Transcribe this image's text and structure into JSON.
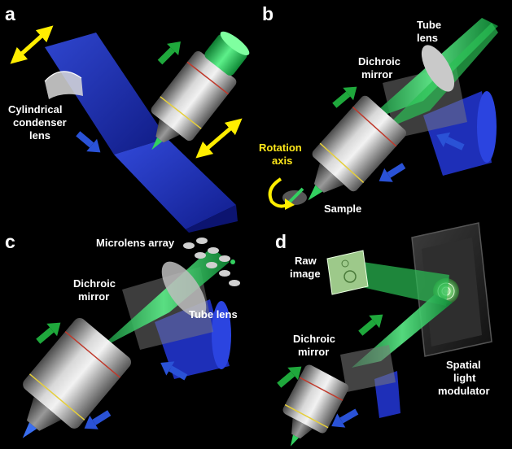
{
  "colors": {
    "background": "#000000",
    "excitation_blue": "#2a3fd6",
    "emission_green": "#33d060",
    "motion_arrow_yellow": "#ffee00",
    "label_white": "#ffffff",
    "label_yellow": "#ffe81a"
  },
  "panels": {
    "a": {
      "letter": "a",
      "labels": {
        "condenser_line1": "Cylindrical",
        "condenser_line2": "condenser",
        "condenser_line3": "lens"
      }
    },
    "b": {
      "letter": "b",
      "labels": {
        "tube_line1": "Tube",
        "tube_line2": "lens",
        "dichroic_line1": "Dichroic",
        "dichroic_line2": "mirror",
        "rotation_line1": "Rotation",
        "rotation_line2": "axis",
        "sample": "Sample"
      }
    },
    "c": {
      "letter": "c",
      "labels": {
        "microlens": "Microlens array",
        "dichroic_line1": "Dichroic",
        "dichroic_line2": "mirror",
        "tube": "Tube lens"
      }
    },
    "d": {
      "letter": "d",
      "labels": {
        "raw_line1": "Raw",
        "raw_line2": "image",
        "dichroic_line1": "Dichroic",
        "dichroic_line2": "mirror",
        "slm_line1": "Spatial",
        "slm_line2": "light",
        "slm_line3": "modulator"
      }
    }
  },
  "icons": [
    "double-headed-arrow-icon",
    "direction-arrow-icon",
    "rotation-arrow-icon"
  ]
}
